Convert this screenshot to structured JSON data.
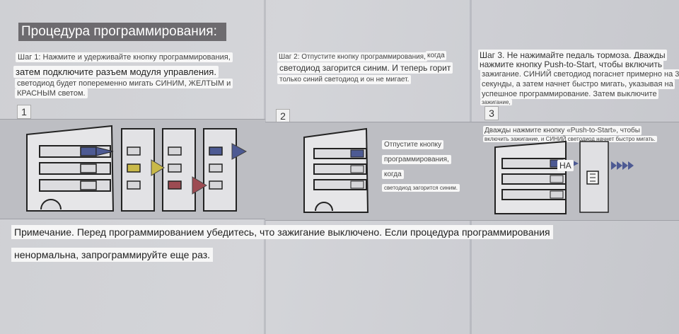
{
  "title": "Процедура программирования:",
  "step1": {
    "line1": "Шаг 1: Нажмите и удерживайте кнопку программирования,",
    "line2": "затем подключите разъем модуля управления.",
    "line3": "светодиод будет попеременно мигать СИНИМ, ЖЕЛТЫМ и",
    "line4": "КРАСНЫМ светом.",
    "number": "1"
  },
  "step2": {
    "line1a": "Шаг 2: Отпустите кнопку программирования,",
    "line1b": "когда",
    "line2": "светодиод загорится синим. И теперь горит",
    "line3": "только синий светодиод и он не мигает.",
    "number": "2",
    "callout1": "Отпустите кнопку",
    "callout2": "программирования,",
    "callout3": "когда",
    "callout4": "светодиод загорится синим."
  },
  "step3": {
    "line1": "Шаг 3. Не нажимайте педаль тормоза. Дважды",
    "line2": "нажмите кнопку Push-to-Start, чтобы включить",
    "line3": "зажигание. СИНИЙ светодиод погаснет примерно на 3",
    "line4": "секунды, а затем начнет быстро мигать, указывая на",
    "line5": "успешное программирование. Затем выключите",
    "line6": "зажигание,",
    "number": "3",
    "callout1": "Дважды нажмите кнопку «Push-to-Start», чтобы",
    "callout2": "включить зажигание, и СИНИЙ светодиод начнет быстро мигать.",
    "on_label": "НА"
  },
  "note": {
    "line1": "Примечание. Перед программированием убедитесь, что зажигание выключено. Если процедура программирования",
    "line2": "ненормальна, запрограммируйте еще раз."
  },
  "colors": {
    "blue": "#4d5a93",
    "yellow": "#c9b949",
    "red": "#9d4b52"
  },
  "icons": [
    "blue-arrow",
    "yellow-arrow",
    "red-arrow",
    "start-button-icon",
    "blinking-led-icon"
  ]
}
